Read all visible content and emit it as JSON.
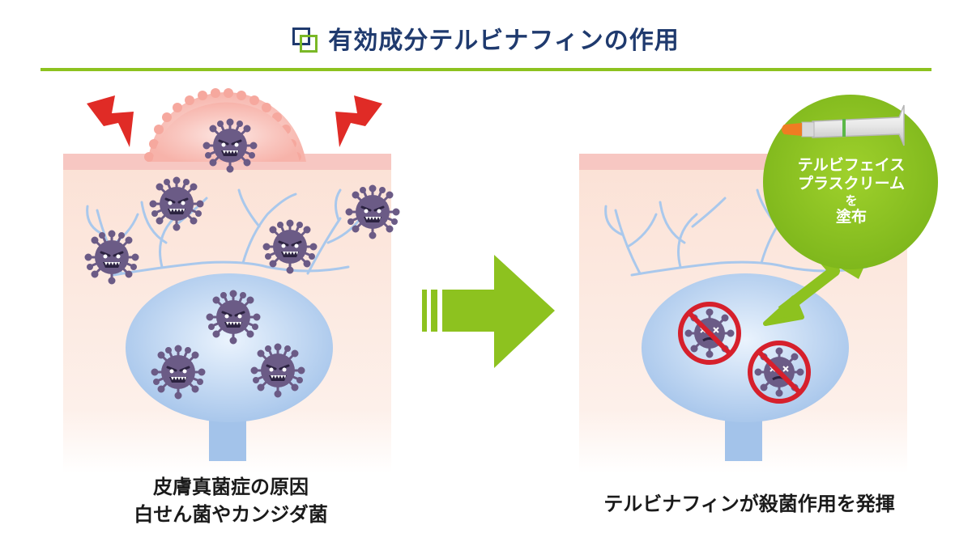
{
  "header": {
    "title": "有効成分テルビナフィンの作用"
  },
  "left_panel": {
    "caption_line1": "皮膚真菌症の原因",
    "caption_line2": "白せん菌やカンジダ菌"
  },
  "right_panel": {
    "bubble_line1": "テルビフェイス",
    "bubble_line2": "プラスクリーム",
    "bubble_line3": "を",
    "bubble_line4": "塗布",
    "caption": "テルビナフィンが殺菌作用を発揮"
  },
  "colors": {
    "navy": "#1f3a6e",
    "green": "#8dc21f",
    "skin": "#fbe3d8",
    "skin_top": "#f7c7c2",
    "follicle": "#a9c8ec",
    "germ": "#6b5b86",
    "alert_red": "#e02b26",
    "prohibit_red": "#d6202c",
    "tube_cap": "#ef7d22"
  }
}
